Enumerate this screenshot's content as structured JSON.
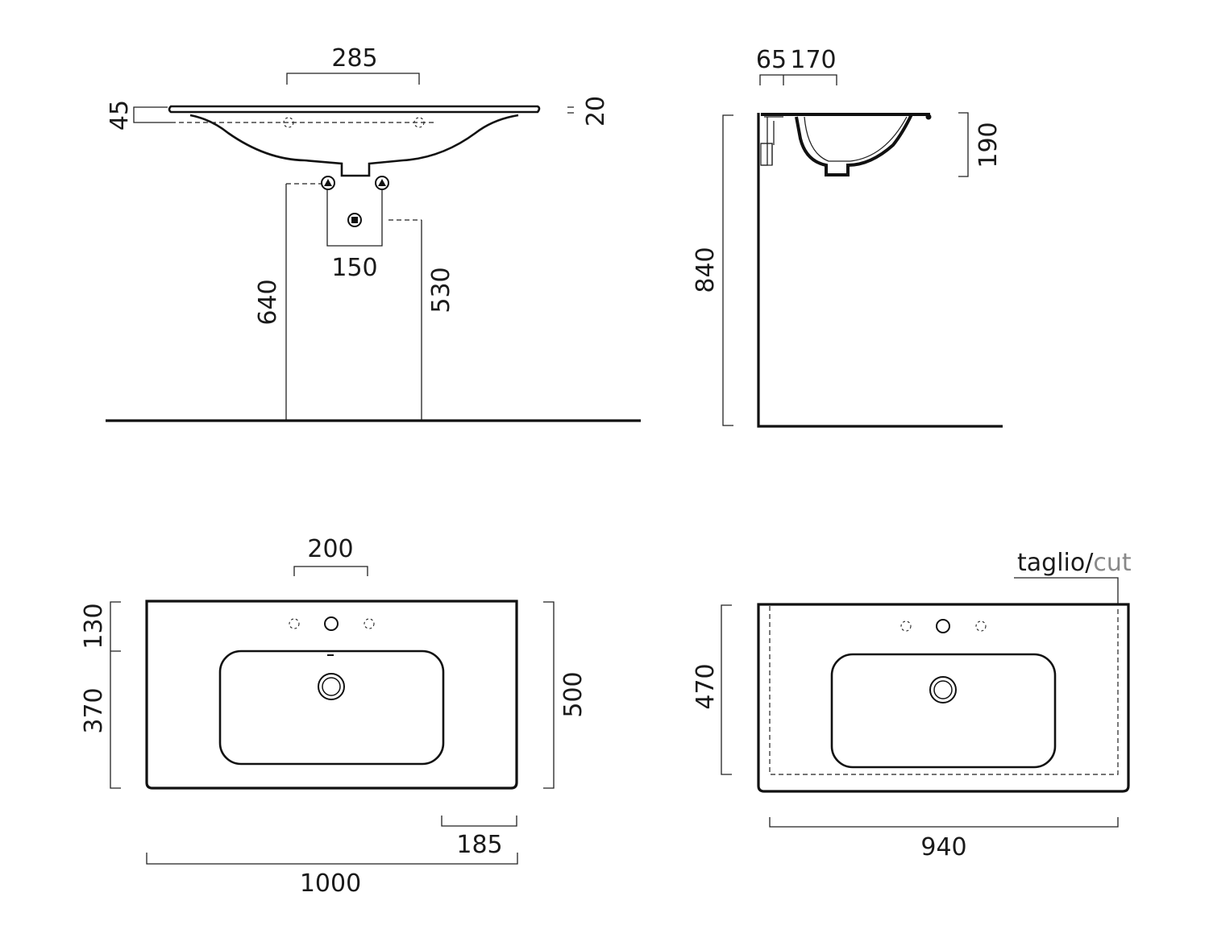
{
  "front_view": {
    "tap_hole_spacing": "285",
    "rim_depth": "45",
    "rim_thickness": "20",
    "supply_spacing": "150",
    "supply_height": "640",
    "waste_height": "530"
  },
  "side_view": {
    "wall_offset": "65",
    "hole_offset": "170",
    "bowl_depth": "190",
    "total_height": "840"
  },
  "top_view": {
    "tap_spacing": "200",
    "front_to_holes": "130",
    "holes_to_back": "370",
    "depth": "500",
    "side_overhang": "185",
    "width": "1000"
  },
  "cut_view": {
    "cut_label": "taglio/",
    "cut_label_en": "cut",
    "cut_depth": "470",
    "cut_width": "940",
    "accent_color": "#888888"
  }
}
